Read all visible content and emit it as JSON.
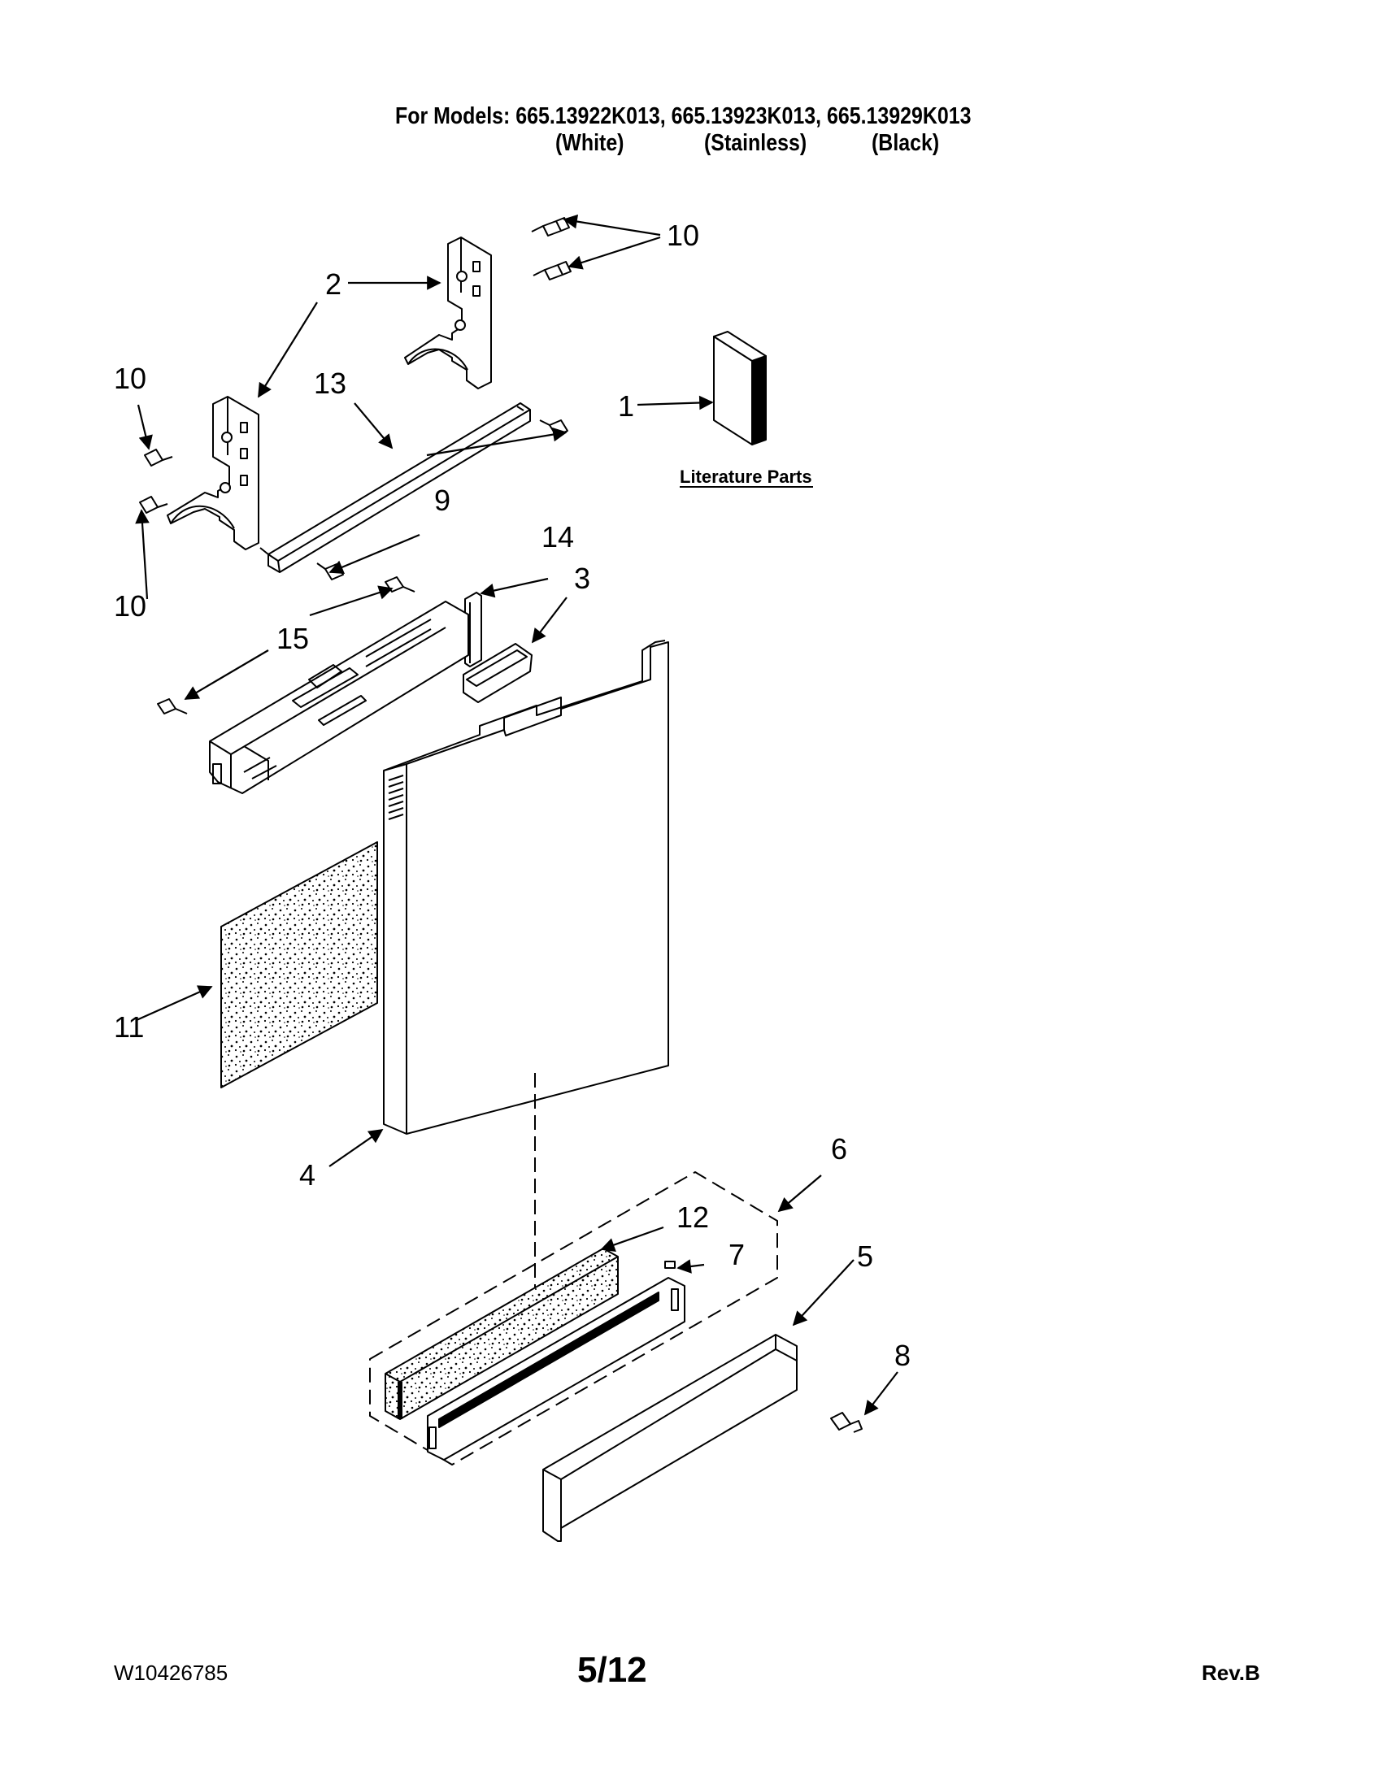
{
  "header": {
    "models_line": "For Models: 665.13922K013, 665.13923K013, 665.13929K013",
    "finish_white": "(White)",
    "finish_stainless": "(Stainless)",
    "finish_black": "(Black)"
  },
  "callouts": {
    "c1": "1",
    "c2": "2",
    "c3": "3",
    "c4": "4",
    "c5": "5",
    "c6": "6",
    "c7": "7",
    "c8": "8",
    "c9": "9",
    "c10_top_right": "10",
    "c10_top_left": "10",
    "c10_bottom_left": "10",
    "c11": "11",
    "c12": "12",
    "c13": "13",
    "c14": "14",
    "c15": "15"
  },
  "literature_label": "Literature Parts",
  "footer": {
    "doc_number": "W10426785",
    "page": "5/12",
    "revision": "Rev.B"
  }
}
